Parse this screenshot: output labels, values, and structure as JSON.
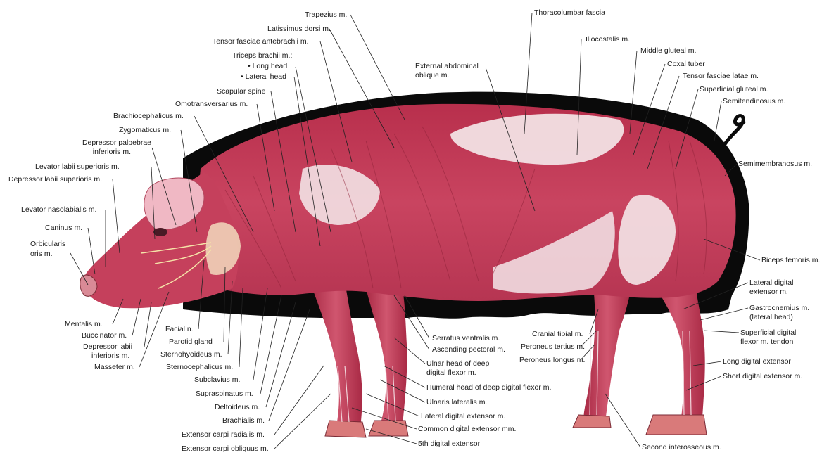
{
  "figure": {
    "colors": {
      "muscle": "#c23a55",
      "muscle_dark": "#8e2238",
      "muscle_light": "#e27a8e",
      "fascia": "#f4e6e8",
      "shadow": "#0a0a0a",
      "hoof": "#d97a7a",
      "leader_line": "#222222",
      "label_text": "#1a1a1a"
    },
    "labels": {
      "trapezius": "Trapezius m.",
      "latissimus": "Latissimus dorsi m.",
      "tensor_fasciae_antebrachii": "Tensor fasciae antebrachii m.",
      "triceps": "Triceps brachii m.:",
      "long_head": "• Long head",
      "lateral_head": "• Lateral head",
      "scapular_spine": "Scapular spine",
      "omotransversarius": "Omotransversarius m.",
      "brachiocephalicus": "Brachiocephalicus m.",
      "zygomaticus": "Zygomaticus m.",
      "depressor_palpebrae_1": "Depressor palpebrae",
      "depressor_palpebrae_2": "inferioris m.",
      "levator_labii_sup": "Levator labii superioris m.",
      "depressor_labii_sup": "Depressor labii superioris m.",
      "levator_nasolabialis": "Levator nasolabialis m.",
      "caninus": "Caninus m.",
      "orbicularis_1": "Orbicularis",
      "orbicularis_2": "oris m.",
      "mentalis": "Mentalis m.",
      "buccinator": "Buccinator m.",
      "depressor_labii_inf_1": "Depressor labii",
      "depressor_labii_inf_2": "inferioris m.",
      "masseter": "Masseter m.",
      "facial_n": "Facial n.",
      "parotid": "Parotid gland",
      "sternohyoideus": "Sternohyoideus m.",
      "sternocephalicus": "Sternocephalicus m.",
      "subclavius": "Subclavius m.",
      "supraspinatus": "Supraspinatus m.",
      "deltoideus": "Deltoideus m.",
      "brachialis": "Brachialis m.",
      "ext_carpi_radialis": "Extensor carpi radialis m.",
      "ext_carpi_obliquus": "Extensor carpi obliquus m.",
      "thoracolumbar": "Thoracolumbar fascia",
      "ext_abd_oblique_1": "External abdominal",
      "ext_abd_oblique_2": "oblique m.",
      "iliocostalis": "Iliocostalis m.",
      "middle_gluteal": "Middle gluteal m.",
      "coxal_tuber": "Coxal tuber",
      "tensor_fasciae_latae": "Tensor fasciae latae m.",
      "superficial_gluteal": "Superficial gluteal m.",
      "semitendinosus": "Semitendinosus m.",
      "semimembranosus": "Semimembranosus m.",
      "biceps_femoris": "Biceps femoris m.",
      "lat_digital_ext_1": "Lateral digital",
      "lat_digital_ext_2": "extensor m.",
      "gastrocnemius_1": "Gastrocnemius m.",
      "gastrocnemius_2": "(lateral head)",
      "sup_digital_flexor_1": "Superficial digital",
      "sup_digital_flexor_2": "flexor m. tendon",
      "long_digital_ext": "Long digital extensor",
      "short_digital_ext": "Short digital extensor m.",
      "second_interosseous": "Second interosseous m.",
      "cranial_tibial": "Cranial tibial m.",
      "peroneus_tertius": "Peroneus tertius m.",
      "peroneus_longus": "Peroneus longus m.",
      "serratus_ventralis": "Serratus ventralis m.",
      "ascending_pectoral": "Ascending pectoral m.",
      "ulnar_head_1": "Ulnar head of deep",
      "ulnar_head_2": "digital flexor m.",
      "humeral_head": "Humeral head of deep digital flexor m.",
      "ulnaris_lateralis": "Ulnaris lateralis m.",
      "lateral_digital_ext": "Lateral digital extensor m.",
      "common_digital_ext": "Common digital extensor mm.",
      "fifth_digital_ext": "5th digital extensor"
    }
  }
}
